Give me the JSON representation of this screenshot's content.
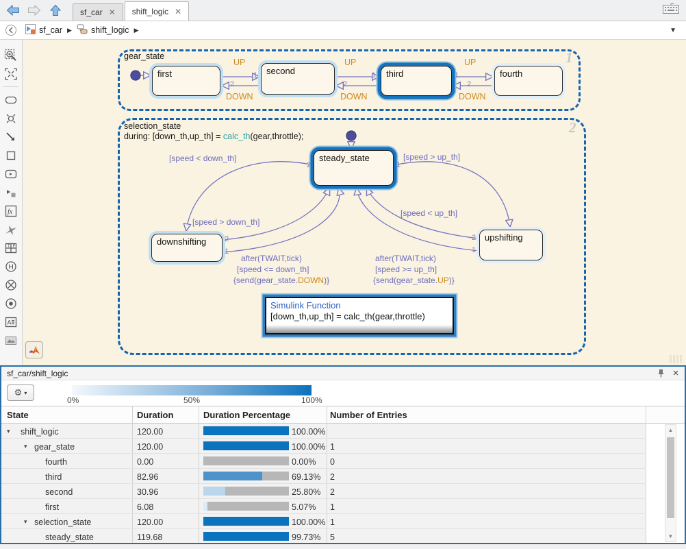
{
  "tabbar": {
    "tabs": [
      {
        "label": "sf_car",
        "active": false
      },
      {
        "label": "shift_logic",
        "active": true
      }
    ],
    "nav_icons": [
      "back-arrow",
      "forward-arrow",
      "up-to-parent-arrow"
    ],
    "keyboard_icon": "keyboard"
  },
  "breadcrumb": {
    "model": "sf_car",
    "chart": "shift_logic",
    "separator": "▶",
    "dropdown_caret": "▼"
  },
  "palette": {
    "items": [
      "zoom-selection",
      "fit-to-view",
      "divider",
      "state",
      "junction",
      "transition",
      "box",
      "simulink-state",
      "link-state",
      "matlab-function",
      "graphical-function",
      "truth-table",
      "history-junction",
      "connective-junction",
      "default-transition",
      "annotation",
      "image"
    ]
  },
  "diagram": {
    "gear_state": {
      "title": "gear_state",
      "watermark": "1",
      "state_first": "first",
      "state_second": "second",
      "state_third": "third",
      "state_fourth": "fourth",
      "up_label": "UP",
      "down_label": "DOWN",
      "num_one": "1",
      "num_two": "2"
    },
    "selection_state": {
      "title": "selection_state",
      "during_prefix": "during: [down_th,up_th] = ",
      "during_fn": "calc_th",
      "during_suffix": "(gear,throttle);",
      "watermark": "2",
      "state_steady": "steady_state",
      "state_down": "downshifting",
      "state_up": "upshifting",
      "guard_left_out": "[speed < down_th]",
      "guard_left_in": "[speed > down_th]",
      "guard_right_out": "[speed > up_th]",
      "guard_right_in": "[speed < up_th]",
      "action_left_1": "after(TWAIT,tick)",
      "action_left_2": "[speed <= down_th]",
      "action_left_3_pre": "{send(gear_state.",
      "action_left_3_event": "DOWN",
      "action_left_3_post": ")}",
      "action_right_1": "after(TWAIT,tick)",
      "action_right_2": "[speed >= up_th]",
      "action_right_3_pre": "{send(gear_state.",
      "action_right_3_event": "UP",
      "action_right_3_post": ")}",
      "num_one": "1",
      "num_two": "2"
    },
    "simulink_function": {
      "title": "Simulink Function",
      "code": "[down_th,up_th] = calc_th(gear,throttle)"
    },
    "badge_icon": "matlab-logo"
  },
  "panel": {
    "title": "sf_car/shift_logic",
    "pin_icon": "pin",
    "close_icon": "×",
    "gear_icon": "⚙",
    "legend": {
      "p0": "0%",
      "p50": "50%",
      "p100": "100%"
    },
    "table": {
      "headers": [
        "State",
        "Duration",
        "Duration Percentage",
        "Number of Entries"
      ],
      "rows": [
        {
          "state": "shift_logic",
          "indent": 0,
          "expanded": true,
          "duration": "120.00",
          "pct": 100,
          "pct_label": "100.00%",
          "entries": "",
          "bar_color": "#0B72BD"
        },
        {
          "state": "gear_state",
          "indent": 1,
          "expanded": true,
          "duration": "120.00",
          "pct": 100,
          "pct_label": "100.00%",
          "entries": "1",
          "bar_color": "#0B72BD"
        },
        {
          "state": "fourth",
          "indent": 2,
          "expanded": false,
          "duration": "0.00",
          "pct": 0,
          "pct_label": "0.00%",
          "entries": "0",
          "bar_color": "#0B72BD"
        },
        {
          "state": "third",
          "indent": 2,
          "expanded": false,
          "duration": "82.96",
          "pct": 69.13,
          "pct_label": "69.13%",
          "entries": "2",
          "bar_color": "#4E94CB"
        },
        {
          "state": "second",
          "indent": 2,
          "expanded": false,
          "duration": "30.96",
          "pct": 25.8,
          "pct_label": "25.80%",
          "entries": "2",
          "bar_color": "#B9D6EB"
        },
        {
          "state": "first",
          "indent": 2,
          "expanded": false,
          "duration": "6.08",
          "pct": 5.07,
          "pct_label": "5.07%",
          "entries": "1",
          "bar_color": "#DCEAF6"
        },
        {
          "state": "selection_state",
          "indent": 1,
          "expanded": true,
          "duration": "120.00",
          "pct": 100,
          "pct_label": "100.00%",
          "entries": "1",
          "bar_color": "#0B72BD"
        },
        {
          "state": "steady_state",
          "indent": 2,
          "expanded": false,
          "duration": "119.68",
          "pct": 99.73,
          "pct_label": "99.73%",
          "entries": "5",
          "bar_color": "#0B72BD"
        }
      ]
    }
  },
  "colors": {
    "canvas_bg": "#FAF3E1",
    "container_border_blue": "#1465AE",
    "active_state_blue": "#1373BC",
    "transition_purple": "#6C6CBE",
    "event_orange": "#CC8A1C",
    "function_link_teal": "#2AA0A0",
    "bar_blue": "#0B72BD",
    "bar_gray": "#B7B7B7",
    "dock_border_blue": "#2B6EA5"
  }
}
